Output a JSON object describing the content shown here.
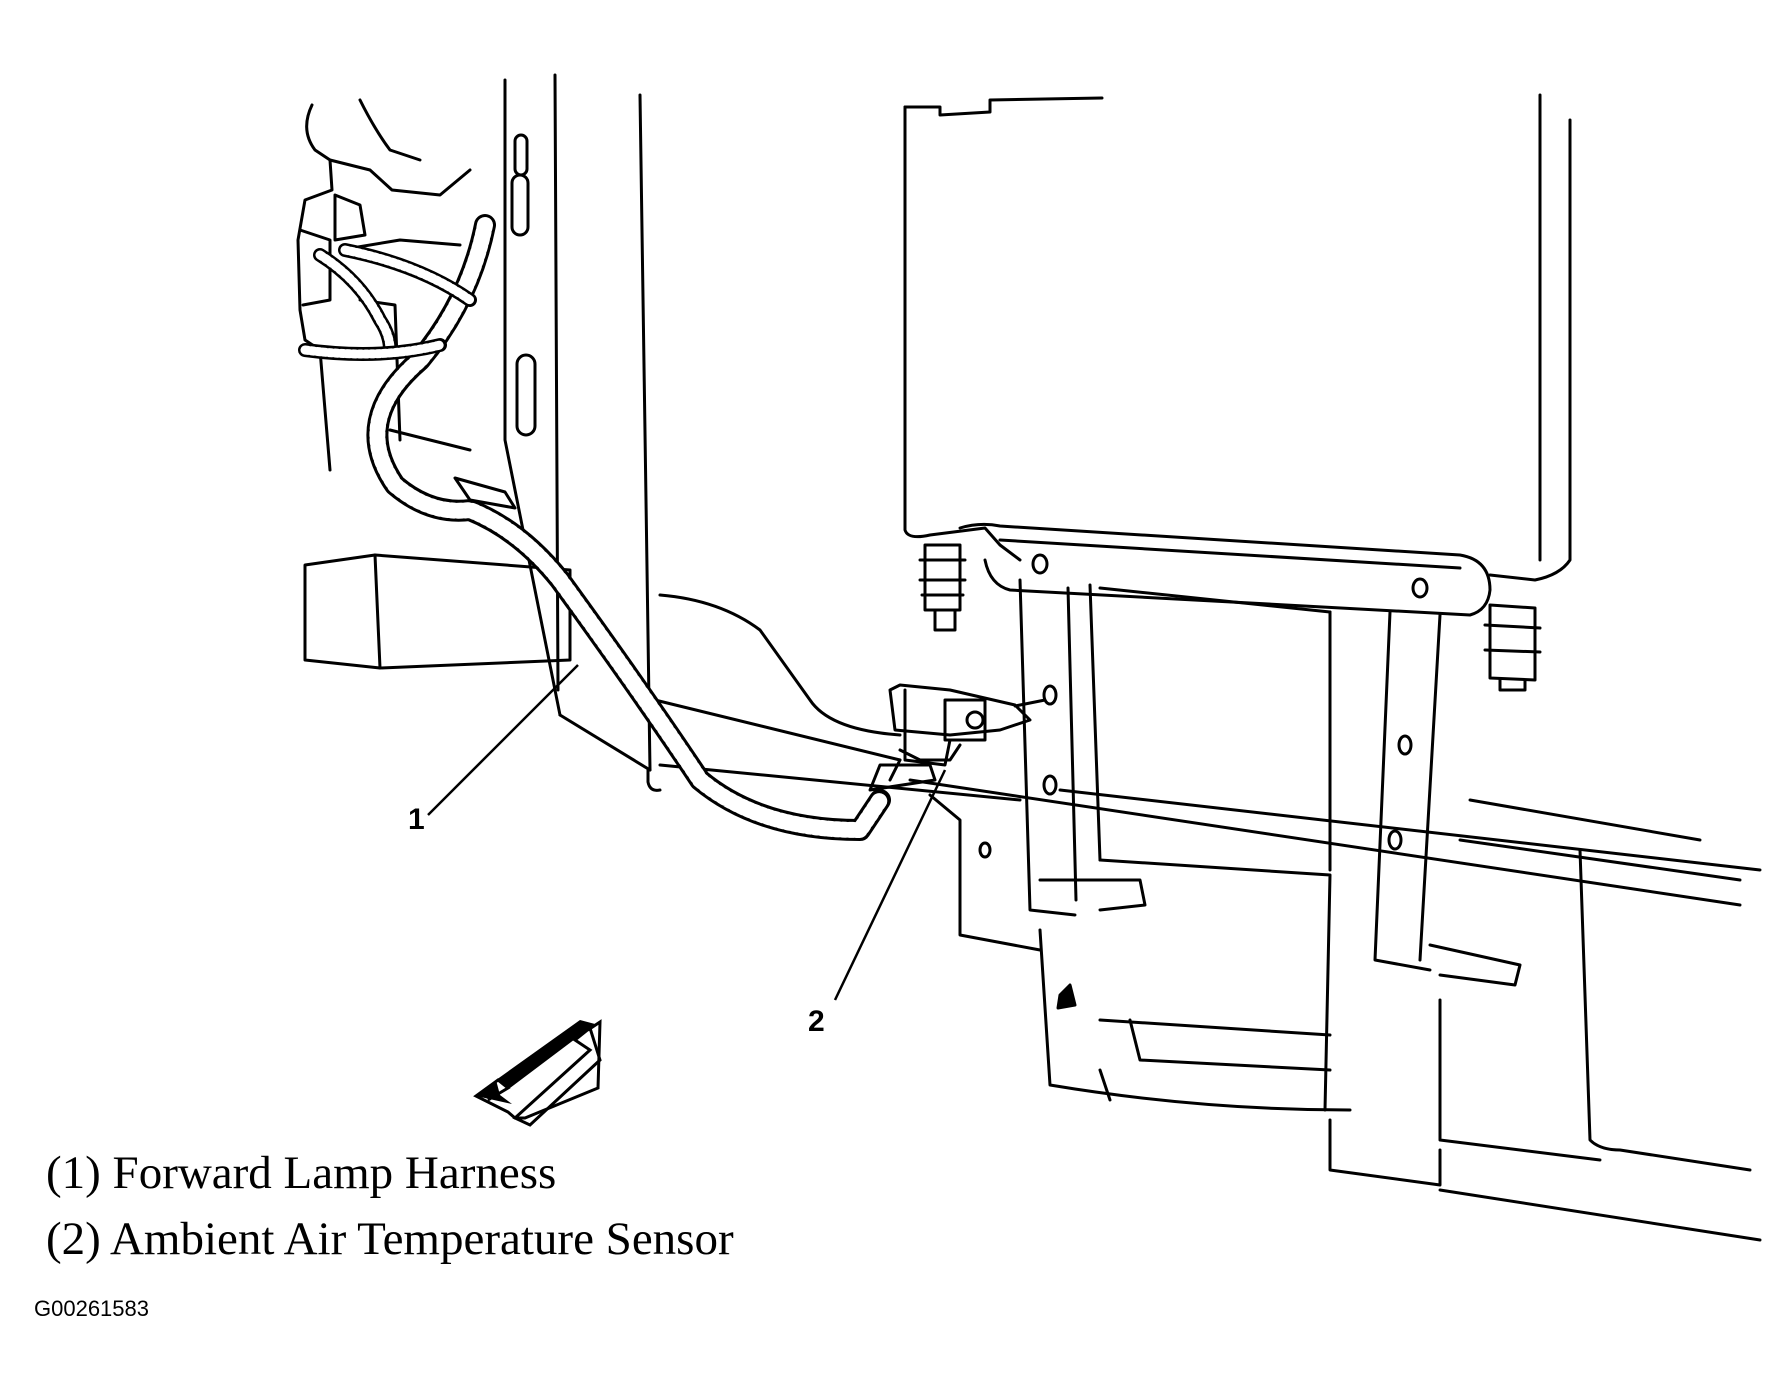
{
  "callouts": [
    {
      "number": "1",
      "target": "forward-lamp-harness"
    },
    {
      "number": "2",
      "target": "ambient-air-temperature-sensor"
    }
  ],
  "legend": [
    {
      "number": "1",
      "text": "(1) Forward Lamp Harness"
    },
    {
      "number": "2",
      "text": "(2) Ambient Air Temperature Sensor"
    }
  ],
  "figure_id": "G00261583",
  "icons": {
    "direction": "arrow-front-icon"
  }
}
